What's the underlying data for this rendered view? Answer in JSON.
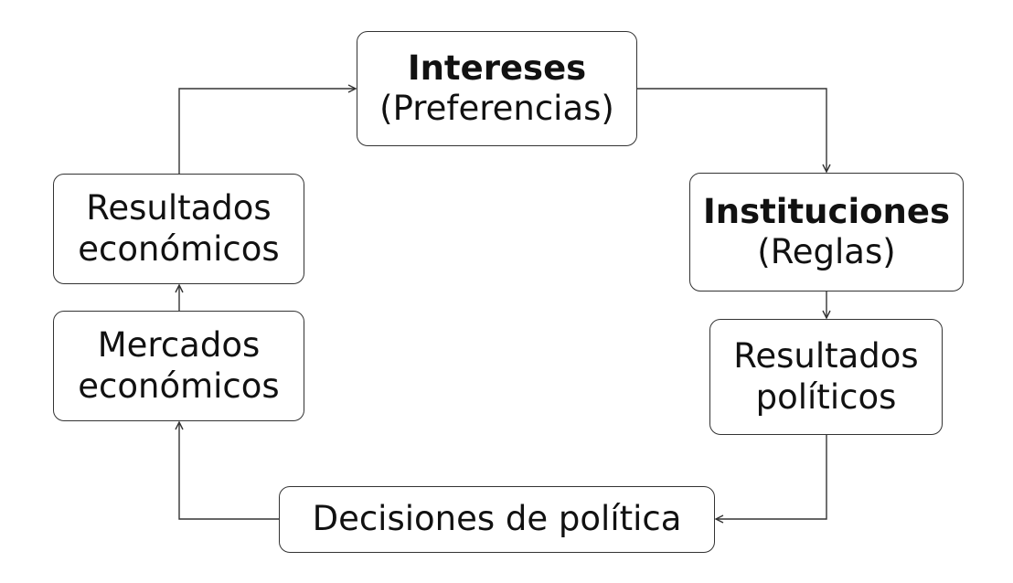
{
  "diagram": {
    "nodes": {
      "intereses": {
        "title": "Intereses",
        "subtitle": "(Preferencias)"
      },
      "instituciones": {
        "title": "Instituciones",
        "subtitle": "(Reglas)"
      },
      "resultados_politicos": {
        "line1": "Resultados",
        "line2": "políticos"
      },
      "decisiones": {
        "label": "Decisiones de política"
      },
      "mercados": {
        "line1": "Mercados",
        "line2": "económicos"
      },
      "resultados_economicos": {
        "line1": "Resultados",
        "line2": "económicos"
      }
    },
    "edges": [
      {
        "from": "intereses",
        "to": "instituciones"
      },
      {
        "from": "instituciones",
        "to": "resultados_politicos"
      },
      {
        "from": "resultados_politicos",
        "to": "decisiones"
      },
      {
        "from": "decisiones",
        "to": "mercados"
      },
      {
        "from": "mercados",
        "to": "resultados_economicos"
      },
      {
        "from": "resultados_economicos",
        "to": "intereses"
      }
    ],
    "colors": {
      "line": "#333333",
      "text": "#111111",
      "background": "#ffffff"
    }
  }
}
